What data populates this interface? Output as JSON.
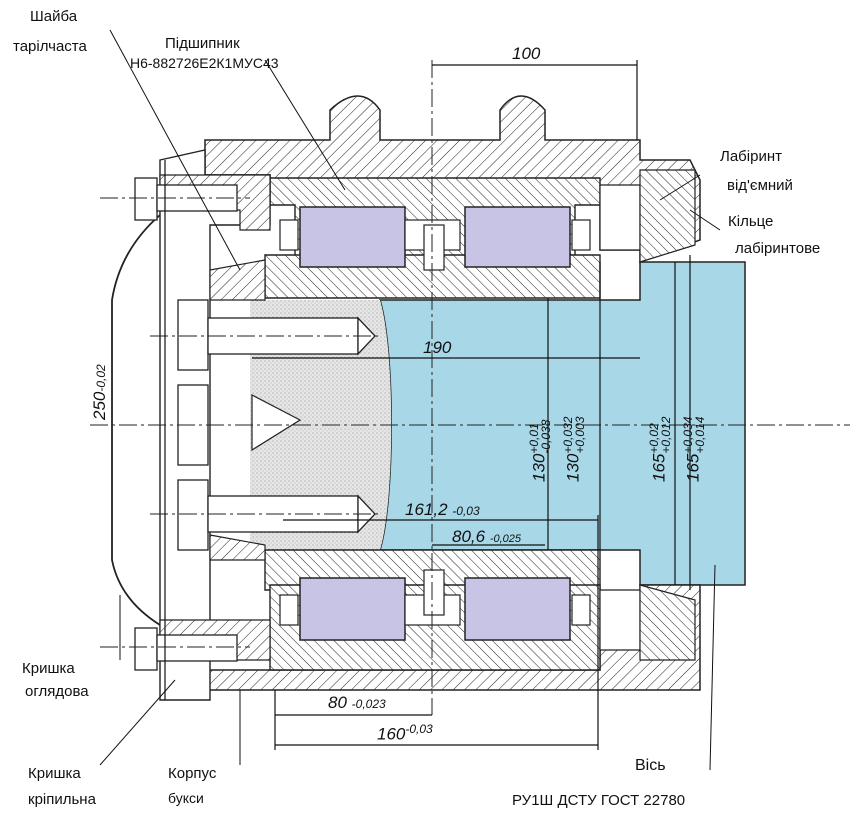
{
  "labels": {
    "washer_line1": "Шайба",
    "washer_line2": "тарілчаста",
    "bearing_title": "Підшипник",
    "bearing_code": "Н6-882726Е2К1МУС43",
    "labyrinth_line1": "Лабіринт",
    "labyrinth_line2": "від'ємний",
    "ring_line1": "Кільце",
    "ring_line2": "лабіринтове",
    "cover_insp_line1": "Кришка",
    "cover_insp_line2": "оглядова",
    "cover_fix_line1": "Кришка",
    "cover_fix_line2": "кріпильна",
    "housing_line1": "Корпус",
    "housing_line2": "букси",
    "axle": "Вісь",
    "axle_standard": "РУ1Ш  ДСТУ ГОСТ 22780"
  },
  "dimensions": {
    "d100": "100",
    "d190": "190",
    "d250": "250",
    "d250_tol": "-0,02",
    "d161_2": "161,2",
    "d161_2_tol": "-0,03",
    "d80_6": "80,6",
    "d80_6_tol": "-0,025",
    "d80": "80",
    "d80_tol": "-0,023",
    "d160": "160",
    "d160_tol": "-0,03",
    "d130a": "130",
    "d130a_up": "+0,01",
    "d130a_lo": "-0,038",
    "d130b": "130",
    "d130b_up": "+0,032",
    "d130b_lo": "+0,003",
    "d165a": "165",
    "d165a_up": "+0,02",
    "d165a_lo": "+0,012",
    "d165b": "165",
    "d165b_up": "+0,034",
    "d165b_lo": "+0,014"
  },
  "colors": {
    "axle_fill": "#a8d8e8",
    "roller_fill": "#c8c4e6",
    "hatch": "#222222",
    "stipple": "#d8d8d8"
  }
}
